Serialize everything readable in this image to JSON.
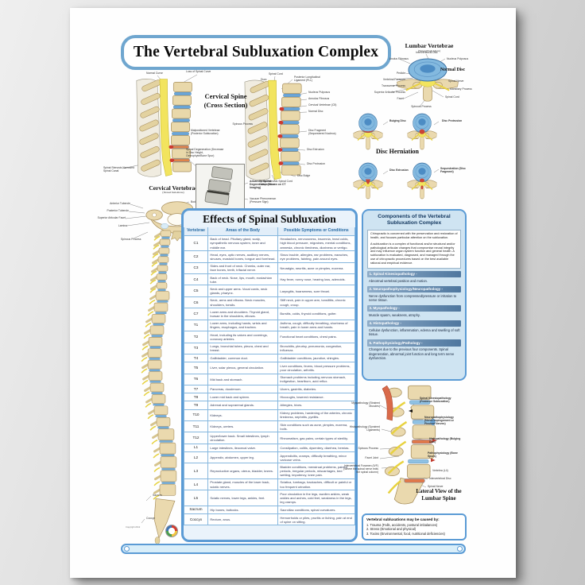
{
  "poster": {
    "title": "The Vertebral Subluxation Complex",
    "copyright": "Copyright 2012"
  },
  "cervical_cross": {
    "heading": "Cervical Spine",
    "subheading": "(Cross Section)",
    "left_labels": [
      "Normal Curve",
      "Loss of Spinal Curve",
      "Malpositioned Vertebrae (Posterior Subluxation)",
      "Spinal Degeneration (Decrease in Disc Height, Osteophyte/Bone Spur)",
      "Spinal Stenosis Narrowed Spinal Canal"
    ],
    "right_labels": [
      "Spinal Cord",
      "Dura",
      "Posterior Longitudinal Ligament (PLL)",
      "Nucleus Pulposus",
      "Annulus Fibrosus",
      "Cervical Vertebrae (C5)",
      "Normal Disc",
      "Spinous Process",
      "Disc Fragment (Sequestered Nucleus)",
      "Disc Extrusion",
      "Disc Protrusion",
      "Disc Bulge",
      "Spinal Stenosis Spinal Cord Compression"
    ]
  },
  "cervical_above": {
    "heading": "Cervical Vertebrae",
    "subheading": "(Viewed from Above)",
    "labels": [
      "Anterior Tubercle",
      "Posterior Tubercle",
      "Superior Articular Facet",
      "Lamina",
      "Spinous Process",
      "Body",
      "Transverse Foramen",
      "Vertebral Foramen"
    ]
  },
  "ct_inset": {
    "labels": [
      "Advanced Spinal Degeneration (Shown on CT Imaging)",
      "Vacuum Phenomenon (Pressure Sign)"
    ]
  },
  "lumbar_above": {
    "heading": "Lumbar Vertebrae",
    "subheading": "(Viewed From Above)",
    "normal_disc": "Normal Disc",
    "labels": [
      "Intervertebral Disc",
      "Anulus Fibrosus",
      "Nucleus Pulposus",
      "Pedicle",
      "Vertebral Foramen",
      "Transverse Process",
      "Superior Articular Process",
      "Facet",
      "Spinous Process",
      "Spinal Nerve",
      "Mamillary Process",
      "Spinal Cord"
    ]
  },
  "herniation": {
    "heading": "Disc Herniation",
    "labels": [
      "Bulging Disc",
      "Disc Protrusion",
      "Disc Extrusion",
      "Sequestration (Disc Fragment)"
    ]
  },
  "effects_table": {
    "title": "Effects of Spinal Subluxation",
    "columns": [
      "Vertebrae",
      "Areas of the Body",
      "Possible Symptoms or Conditions"
    ],
    "rows": [
      {
        "vertebra": "C1",
        "areas": "Back of head. Pituitary gland, scalp, sympathetic nervous system, inner and middle ear.",
        "symptoms": "Headaches, nervousness, insomnia, head colds, high blood pressure, migraines, mental conditions, amnesia, chronic tiredness, dizziness or vertigo."
      },
      {
        "vertebra": "C2",
        "areas": "Head, eyes, optic nerves, auditory nerves, sinuses, mastoid bones, tongue and forehead.",
        "symptoms": "Sinus trouble, allergies, ear problems, earaches, eye problems, fainting, pain around eyes."
      },
      {
        "vertebra": "C3",
        "areas": "Sides and front of neck. Cheeks, outer ear, face bones, teeth, trifacial nerve.",
        "symptoms": "Neuralgia, neuritis, acne or pimples, eczema."
      },
      {
        "vertebra": "C4",
        "areas": "Back of neck. Nose, lips, mouth, eustachian tube.",
        "symptoms": "Hay fever, runny nose, hearing loss, adenoids."
      },
      {
        "vertebra": "C5",
        "areas": "Neck and upper arms. Vocal cords, neck glands, pharynx.",
        "symptoms": "Laryngitis, hoarseness, sore throat."
      },
      {
        "vertebra": "C6",
        "areas": "Neck, arms and elbows. Neck muscles, shoulders, tonsils.",
        "symptoms": "Stiff neck, pain in upper arm, tonsillitis, chronic cough, croup."
      },
      {
        "vertebra": "C7",
        "areas": "Lower arms and shoulders. Thyroid gland, bursae in the shoulders, elbows.",
        "symptoms": "Bursitis, colds, thyroid conditions, goiter."
      },
      {
        "vertebra": "T1",
        "areas": "Lower arms, including hands, wrists and fingers, esophagus, and trachea.",
        "symptoms": "Asthma, cough, difficulty breathing, shortness of breath, pain in lower arms and hands."
      },
      {
        "vertebra": "T2",
        "areas": "Heart, including its valves and coverings, coronary arteries.",
        "symptoms": "Functional heart conditions, chest pains."
      },
      {
        "vertebra": "T3",
        "areas": "Lungs, bronchial tubes, pleura, chest and breast.",
        "symptoms": "Bronchitis, pleurisy, pneumonia, congestion, influenza."
      },
      {
        "vertebra": "T4",
        "areas": "Gallbladder, common duct.",
        "symptoms": "Gallbladder conditions, jaundice, shingles."
      },
      {
        "vertebra": "T5",
        "areas": "Liver, solar plexus, general circulation.",
        "symptoms": "Liver conditions, fevers, blood pressure problems, poor circulation, arthritis."
      },
      {
        "vertebra": "T6",
        "areas": "Mid back and stomach.",
        "symptoms": "Stomach problems including nervous stomach, indigestion, heartburn, acid reflux."
      },
      {
        "vertebra": "T7",
        "areas": "Pancreas, duodenum.",
        "symptoms": "Ulcers, gastritis, diabetes."
      },
      {
        "vertebra": "T8",
        "areas": "Lower mid back and spleen.",
        "symptoms": "Hiccoughs, lowered resistance."
      },
      {
        "vertebra": "T9",
        "areas": "Adrenal and suprarenal glands.",
        "symptoms": "Allergies, hives."
      },
      {
        "vertebra": "T10",
        "areas": "Kidneys.",
        "symptoms": "Kidney problems, hardening of the arteries, chronic tiredness, nephritis, pyelitis."
      },
      {
        "vertebra": "T11",
        "areas": "Kidneys, ureters.",
        "symptoms": "Skin conditions such as acne, pimples, eczema, boils."
      },
      {
        "vertebra": "T12",
        "areas": "Upper/lower back. Small intestines, lymph circulation.",
        "symptoms": "Rheumatism, gas pains, certain types of sterility."
      },
      {
        "vertebra": "L1",
        "areas": "Large intestines, ileocecal valve.",
        "symptoms": "Constipation, colitis, dysentery, diarrhea, hernias."
      },
      {
        "vertebra": "L2",
        "areas": "Appendix, abdomen, upper leg.",
        "symptoms": "Appendicitis, cramps, difficulty breathing, minor varicose veins."
      },
      {
        "vertebra": "L3",
        "areas": "Reproductive organs, uterus, bladder, knees.",
        "symptoms": "Bladder conditions, menstrual problems, painful periods, irregular periods, miscarriages, bed wetting, impotency, knee pain."
      },
      {
        "vertebra": "L4",
        "areas": "Prostate gland, muscles of the lower back, sciatic nerves.",
        "symptoms": "Sciatica, lumbago, backaches, difficult or painful or too frequent urination."
      },
      {
        "vertebra": "L5",
        "areas": "Sciatic nerves, lower legs, ankles, feet.",
        "symptoms": "Poor circulation in the legs, swollen ankles, weak ankles and arches, cold feet, weakness in the legs, leg cramps."
      },
      {
        "vertebra": "Sacrum",
        "areas": "Hip bones, buttocks.",
        "symptoms": "Sacroiliac conditions, spinal curvatures."
      },
      {
        "vertebra": "Coccyx",
        "areas": "Rectum, anus.",
        "symptoms": "Hemorrhoids or piles, pruritis or itching, pain at end of spine on sitting."
      }
    ]
  },
  "components": {
    "title": "Components of the Vertebral Subluxation Complex",
    "intro": [
      "Chiropractic is concerned with the preservation and restoration of health, and focuses particular attention on the subluxation.",
      "A subluxation is a complex of functional and/or structural and/or pathological articular changes that compromise neural integrity and may influence organ system function and general health. A subluxation is evaluated, diagnosed, and managed through the use of chiropractic procedures based on the best available rational and empirical evidence."
    ],
    "sections": [
      {
        "heading": "1. Spinal Kinesiopathology -",
        "desc": "Abnormal vertebral position and motion."
      },
      {
        "heading": "2. Neuropathophysiology/Neuropathology -",
        "desc": "Nerve dysfunction from compressed/pressure or irritation to nerve tissue."
      },
      {
        "heading": "3. Myopathology -",
        "desc": "Muscle spasm, weakness, atrophy."
      },
      {
        "heading": "4. Histopathology -",
        "desc": "Cellular dysfunction, inflammation, edema and swelling of soft tissue."
      },
      {
        "heading": "5. Pathophysiology/Pathology -",
        "desc": "Changes due to the previous four components. Spinal degeneration, abnormal joint function and long term nerve dysfunction."
      }
    ]
  },
  "lumbar_lateral": {
    "caption": "Lateral View of the Lumbar Spine",
    "left_labels": [
      "Myopathology (Strained Muscles)",
      "Histopathology (Sprained Ligaments)",
      "Spinous Process",
      "Facet Joint",
      "Intervertebral Foramen (IVF) (Where the spinal nerve exits the spinal column)"
    ],
    "right_labels": [
      "Spinal Kinesiopathology (Posterior Subluxation)",
      "Neuropathophysiology (Nerve Impingement or Pinched Nerves)",
      "Histopathology (Bulging Disc)",
      "Pathophysiology (Bone Spurs)",
      "Vertebra (L4)",
      "Intervertebral Disc",
      "Spinal Nerve"
    ]
  },
  "causes": {
    "title": "Vertebral subluxations may be caused by:",
    "items": [
      "1. Trauma (Falls, accidents, postural imbalances)",
      "2. Stress (Emotional and physical)",
      "3. Toxins (Environmental, food, nutritional deficiencies)"
    ]
  },
  "spine_side": {
    "labels": [
      "Sacrum",
      "Coccyx"
    ]
  },
  "colors": {
    "accent_blue": "#5b9bd5",
    "panel_blue": "#cfe4f2",
    "bar_blue": "#4f779f",
    "disc_blue": "#74aed8",
    "bone_tan": "#ead9ae",
    "nerve_yellow": "#f2e45e",
    "alert_red": "#cc3b2f"
  }
}
